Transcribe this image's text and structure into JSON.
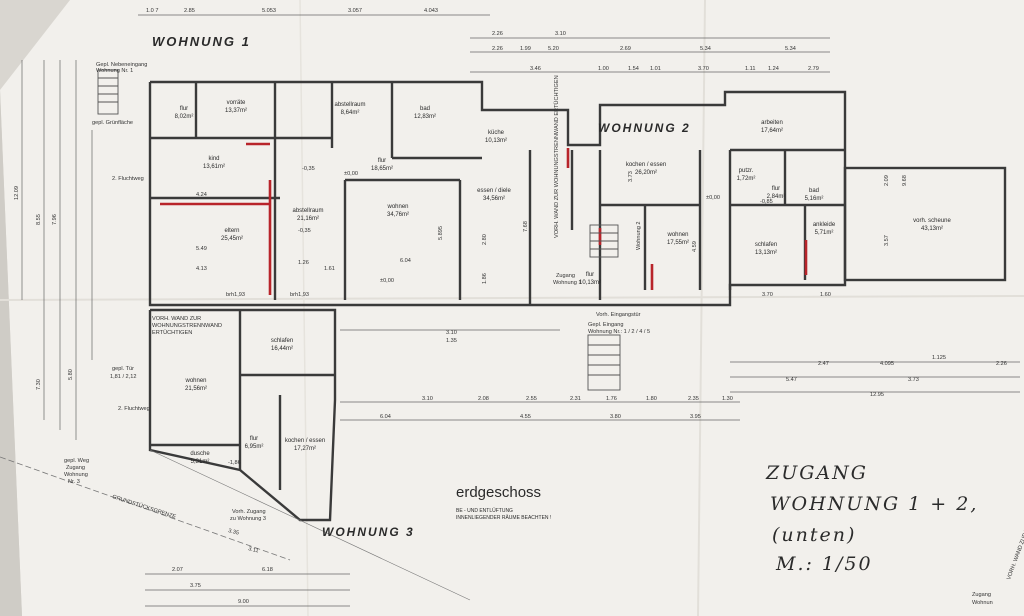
{
  "titles": {
    "wohnung1": "WOHNUNG 1",
    "wohnung2": "WOHNUNG 2",
    "wohnung3": "WOHNUNG 3",
    "floor": "erdgeschoss",
    "floor_note_1": "BE - UND ENTLÜFTUNG",
    "floor_note_2": "INNENLIEGENDER RÄUME BEACHTEN !",
    "access_1": "ZUGANG",
    "access_2": "WOHNUNG 1 + 2,",
    "access_3": "(unten)",
    "scale": "M.: 1/50"
  },
  "rooms": [
    {
      "num": "1",
      "name": "flur",
      "area": "8,02m²"
    },
    {
      "num": "1",
      "name": "vorräte",
      "area": "13,37m²"
    },
    {
      "num": "1",
      "name": "abstellraum",
      "area": "8,64m²"
    },
    {
      "num": "1",
      "name": "bad",
      "area": "12,83m²"
    },
    {
      "num": "1",
      "name": "küche",
      "area": "10,13m²"
    },
    {
      "num": "1",
      "name": "kind",
      "area": "13,61m²"
    },
    {
      "num": "1",
      "name": "flur",
      "area": "18,65m²"
    },
    {
      "num": "1",
      "name": "eltern",
      "area": "25,45m²"
    },
    {
      "num": "1",
      "name": "abstellraum",
      "area": "21,16m²"
    },
    {
      "num": "1",
      "name": "wohnen",
      "area": "34,76m²"
    },
    {
      "num": "1",
      "name": "essen / diele",
      "area": "34,56m²"
    },
    {
      "num": "2",
      "name": "kochen / essen",
      "area": "26,20m²"
    },
    {
      "num": "2",
      "name": "arbeiten",
      "area": "17,64m²"
    },
    {
      "num": "2",
      "name": "putzr.",
      "area": "1,72m²"
    },
    {
      "num": "2",
      "name": "flur",
      "area": "2,84m²"
    },
    {
      "num": "2",
      "name": "bad",
      "area": "5,16m²"
    },
    {
      "num": "2",
      "name": "wohnen",
      "area": "17,55m²"
    },
    {
      "num": "2",
      "name": "schlafen",
      "area": "13,13m²"
    },
    {
      "num": "2",
      "name": "ankleide",
      "area": "5,71m²"
    },
    {
      "num": "0",
      "name": "flur",
      "area": "10,13m²"
    },
    {
      "num": "0",
      "name": "vorh. scheune",
      "area": "43,13m²"
    },
    {
      "num": "3",
      "name": "schlafen",
      "area": "16,44m²"
    },
    {
      "num": "3",
      "name": "wohnen",
      "area": "21,56m²"
    },
    {
      "num": "3",
      "name": "flur",
      "area": "6,95m²"
    },
    {
      "num": "3",
      "name": "kochen / essen",
      "area": "17,27m²"
    },
    {
      "num": "3",
      "name": "dusche",
      "area": "5,31m²"
    }
  ],
  "notes": {
    "neben": "Gepl. Nebeneingang",
    "neben2": "Wohnung Nr. 1",
    "gruen": "gepl. Grünfläche",
    "flucht1": "2. Fluchtweg",
    "flucht2": "2. Fluchtweg",
    "tuer": "gepl. Tür",
    "tuer_dim": "1,81 / 2,12",
    "wand3a": "VORH. WAND ZUR",
    "wand3b": "WOHNUNGSTRENNWAND",
    "wand3c": "ERTÜCHTIGEN",
    "eingang1": "Gepl. Eingang",
    "eingang2": "Wohnung Nr.: 1 / 2 / 4 / 5",
    "eingangstuer": "Vorh. Eingangstür",
    "zugang_w": "Zugang",
    "zugang_w2": "Wohnung 1",
    "zugang_w2b": "Wohnung 2",
    "zugang3a": "Vorh. Zugang",
    "zugang3b": "zu Wohnung 3",
    "gepl_weg": "gepl. Weg",
    "gepl_weg2": "Zugang",
    "gepl_weg3": "Wohnung",
    "gepl_weg4": "Nr. 3",
    "grenze": "GRUNDSTÜCKSGRENZE",
    "vorh_wand_v": "VORH. WAND ZUR WOHNUNGSTRENNWAND ERTÜCHTIGEN",
    "corner_zugang": "Zugang",
    "corner_wohn": "Wohnun",
    "corner_rot": "VORH. WAND ZUR WOHNUNGSTRENNWAND ERTÜCHTIGEN"
  },
  "levels": {
    "l1": "±0,00",
    "l2": "±0,00",
    "l3": "±0,00",
    "l4": "-0,35",
    "l5": "-0,35",
    "l6": "-1,86",
    "l7": "±0,00",
    "l8": "-0,85"
  },
  "dims": {
    "top1": "1.0 7",
    "top2": "2.85",
    "top3": "5.053",
    "top4": "3.057",
    "top5": "4.043",
    "r1a": "2.26",
    "r1b": "3.10",
    "r2a": "2.26",
    "r2b": "1.99",
    "r2c": "5.20",
    "r2d": "2.69",
    "r2e": "5.34",
    "r3a": "3.46",
    "r3b": "1.00",
    "r3c": "1.54",
    "r3d": "1.01",
    "r3e": "3.70",
    "r3f": "1.11",
    "r3g": "1.24",
    "r3h": "2.79",
    "left1": "12.09",
    "left2": "8.55",
    "left3": "7.96",
    "left4": "7.30",
    "left5": "5.80",
    "mid1": "3.10",
    "mid2": "1.35",
    "rh1": "2.47",
    "rh2": "4.095",
    "rh3": "1.125",
    "rh4": "2.26",
    "rh5": "5.47",
    "rh6": "3.73",
    "rh7": "12.95",
    "b1": "3.10",
    "b2": "2.08",
    "b3": "2.55",
    "b4": "2.31",
    "b5": "1.76",
    "b6": "1.80",
    "b7": "2.35",
    "b8": "1.30",
    "b9": "6.04",
    "b10": "4.55",
    "b11": "3.80",
    "b12": "3.95",
    "bot1": "2.07",
    "bot2": "3.75",
    "bot3": "9.00",
    "bot4": "6.18",
    "bot5": "3.11",
    "bot6": "3.35",
    "in1": "4.24",
    "in2": "5.49",
    "in3": "4.13",
    "in4": "1.26",
    "in5": "1.61",
    "in6": "6.04",
    "in7": "7.68",
    "in8": "5.895",
    "in9": "2.80",
    "in10": "1.86",
    "in11": "3.73",
    "in12": "4.59",
    "in13": "3.57",
    "in14": "9.68",
    "in15": "2.09",
    "in16": "brh1,93",
    "in17": "brh1,93",
    "in18": "3.70",
    "in19": "1.60"
  }
}
